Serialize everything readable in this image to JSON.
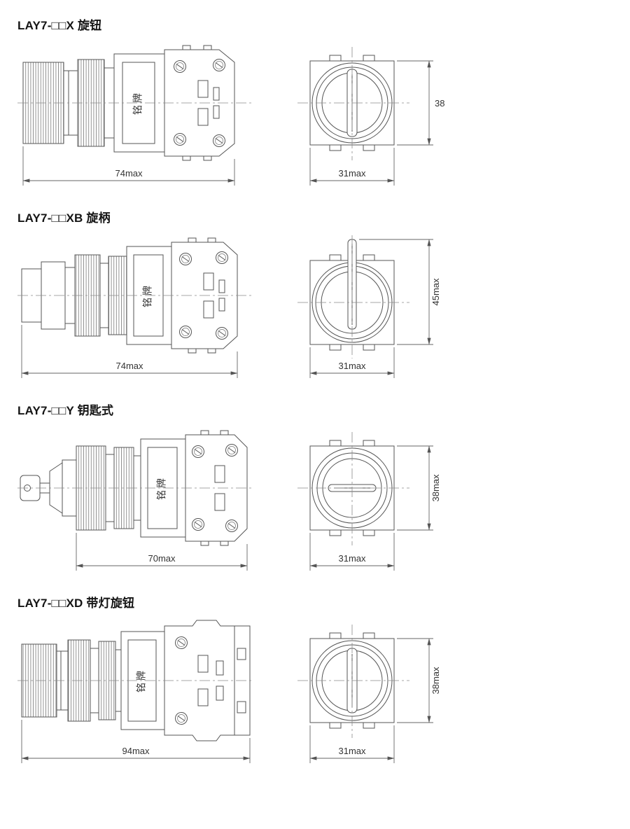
{
  "page": {
    "background": "#ffffff",
    "line_color": "#555555",
    "text_color": "#333333"
  },
  "sections": [
    {
      "id": "lay7-x",
      "title": "LAY7-□□X 旋钮",
      "nameplate": "铭牌",
      "dims": {
        "side_width": "74max",
        "front_width": "31max",
        "front_height": "38"
      }
    },
    {
      "id": "lay7-xb",
      "title": "LAY7-□□XB 旋柄",
      "nameplate": "铭牌",
      "dims": {
        "side_width": "74max",
        "front_width": "31max",
        "front_height": "45max"
      }
    },
    {
      "id": "lay7-y",
      "title": "LAY7-□□Y 钥匙式",
      "nameplate": "铭牌",
      "dims": {
        "side_width": "70max",
        "front_width": "31max",
        "front_height": "38max"
      }
    },
    {
      "id": "lay7-xd",
      "title": "LAY7-□□XD 带灯旋钮",
      "nameplate": "铭牌",
      "dims": {
        "side_width": "94max",
        "front_width": "31max",
        "front_height": "38max"
      }
    }
  ]
}
